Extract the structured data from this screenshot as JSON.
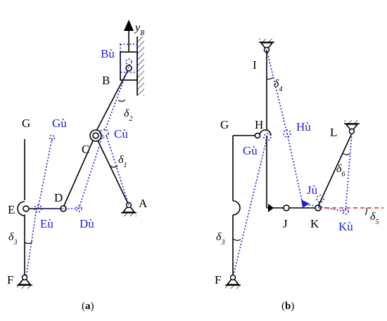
{
  "colors": {
    "original": "#000000",
    "displaced": "#2222cc",
    "reference": "#e02020"
  },
  "panel_a": {
    "caption_open": "(",
    "caption_letter": "a",
    "caption_close": ")",
    "axis_label": "y",
    "axis_sub": "B",
    "labels": {
      "G": "G",
      "E": "E",
      "D": "D",
      "C": "C",
      "B": "B",
      "A": "A",
      "F": "F"
    },
    "displaced_labels": {
      "G": "Gù",
      "E": "Eù",
      "D": "Dù",
      "C": "Cù",
      "B": "Bù"
    },
    "angles": {
      "d1_sym": "δ",
      "d1_sub": "1",
      "d2_sym": "δ",
      "d2_sub": "2",
      "d3_sym": "δ",
      "d3_sub": "3"
    }
  },
  "panel_b": {
    "caption_open": "(",
    "caption_letter": "b",
    "caption_close": ")",
    "labels": {
      "I": "I",
      "G": "G",
      "H": "H",
      "L": "L",
      "J": "J",
      "K": "K",
      "F": "F"
    },
    "displaced_labels": {
      "G": "Gù",
      "H": "Hù",
      "J": "Jù",
      "K": "Kù"
    },
    "angles": {
      "d3_sym": "δ",
      "d3_sub": "3",
      "d4_sym": "δ",
      "d4_sub": "4",
      "d5_sym": "δ",
      "d5_sub": "5",
      "d6_sym": "δ",
      "d6_sub": "6"
    }
  }
}
